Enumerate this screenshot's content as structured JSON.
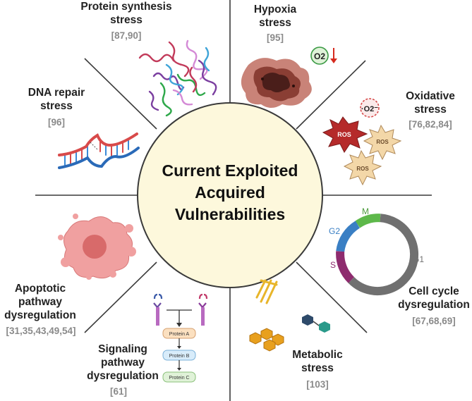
{
  "center": {
    "line1": "Current Exploited",
    "line2": "Acquired",
    "line3": "Vulnerabilities"
  },
  "sectors": {
    "protein": {
      "line1": "Protein synthesis",
      "line2": "stress",
      "refs": "[87,90]"
    },
    "hypoxia": {
      "line1": "Hypoxia",
      "line2": "stress",
      "refs": "[95]",
      "badge": "O2"
    },
    "oxidative": {
      "line1": "Oxidative",
      "line2": "stress",
      "refs": "[76,82,84]",
      "ros": "ROS",
      "superoxide": "·O2⁻"
    },
    "cellcycle": {
      "line1": "Cell cycle",
      "line2": "dysregulation",
      "refs": "[67,68,69]",
      "phases": {
        "m": "M",
        "g2": "G2",
        "s": "S",
        "g1": "G1"
      }
    },
    "metabolic": {
      "line1": "Metabolic",
      "line2": "stress",
      "refs": "[103]"
    },
    "signaling": {
      "line1": "Signaling",
      "line2": "pathway",
      "line3": "dysregulation",
      "refs": "[61]",
      "proteins": [
        "Protein A",
        "Protein B",
        "Protein C"
      ]
    },
    "apoptotic": {
      "line1": "Apoptotic",
      "line2": "pathway",
      "line3": "dysregulation",
      "refs": "[31,35,43,49,54]"
    },
    "dna": {
      "line1": "DNA repair",
      "line2": "stress",
      "refs": "[96]"
    }
  },
  "colors": {
    "circle_fill": "#fdf8dc",
    "circle_stroke": "#3a3a3a",
    "cycle_m": "#5db84a",
    "cycle_g2": "#3a7fc4",
    "cycle_s": "#8e2b6e",
    "cycle_g1": "#707070",
    "ros_red": "#b52a2a",
    "ros_tan": "#f3d7a8"
  }
}
